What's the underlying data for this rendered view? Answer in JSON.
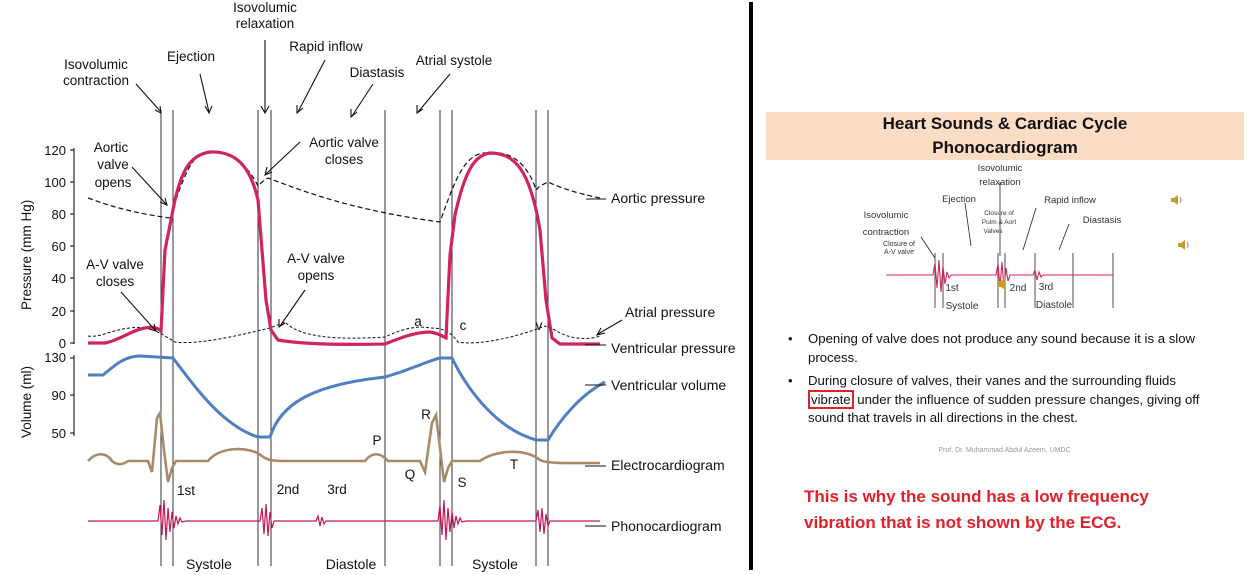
{
  "left_diagram": {
    "phases": {
      "isovolumic_contraction_1": "Isovolumic",
      "isovolumic_contraction_2": "contraction",
      "ejection": "Ejection",
      "isovolumic_relaxation_1": "Isovolumic",
      "isovolumic_relaxation_2": "relaxation",
      "rapid_inflow": "Rapid inflow",
      "diastasis": "Diastasis",
      "atrial_systole": "Atrial systole"
    },
    "y_axis_pressure_label": "Pressure (mm Hg)",
    "y_axis_volume_label": "Volume (ml)",
    "pressure_ticks": [
      "120",
      "100",
      "80",
      "60",
      "40",
      "20",
      "0"
    ],
    "volume_ticks": [
      "130",
      "90",
      "50"
    ],
    "annotations": {
      "aortic_opens_1": "Aortic",
      "aortic_opens_2": "valve",
      "aortic_opens_3": "opens",
      "aortic_closes_1": "Aortic valve",
      "aortic_closes_2": "closes",
      "av_closes_1": "A-V valve",
      "av_closes_2": "closes",
      "av_opens_1": "A-V valve",
      "av_opens_2": "opens",
      "wave_a": "a",
      "wave_c": "c",
      "wave_v": "v",
      "ecg_p": "P",
      "ecg_q": "Q",
      "ecg_r": "R",
      "ecg_s": "S",
      "ecg_t": "T",
      "sound_1st": "1st",
      "sound_2nd": "2nd",
      "sound_3rd": "3rd"
    },
    "curve_labels": {
      "aortic_pressure": "Aortic pressure",
      "atrial_pressure": "Atrial pressure",
      "ventricular_pressure": "Ventricular pressure",
      "ventricular_volume": "Ventricular volume",
      "electrocardiogram": "Electrocardiogram",
      "phonocardiogram": "Phonocardiogram"
    },
    "bottom_labels": {
      "systole_1": "Systole",
      "diastole": "Diastole",
      "systole_2": "Systole"
    },
    "colors": {
      "ventricular_pressure": "#d0245e",
      "volume": "#4f7fc0",
      "ecg": "#a88a6a",
      "phono": "#c2185b"
    }
  },
  "right_panel": {
    "title_line1": "Heart Sounds & Cardiac Cycle",
    "title_line2": "Phonocardiogram",
    "mini": {
      "isovolumic_1": "Isovolumic",
      "isovolumic_2": "relaxation",
      "ejection": "Ejection",
      "rapid_inflow": "Rapid inflow",
      "diastasis": "Diastasis",
      "iso_contr_1": "Isovolumic",
      "iso_contr_2": "contraction",
      "closure_av_1": "Closure of",
      "closure_av_2": "A-V valve",
      "closure_semi_1": "Closure of",
      "closure_semi_2": "Pulm & Aort",
      "closure_semi_3": "Valves",
      "s1": "1st",
      "s2": "2nd",
      "s3": "3rd",
      "systole": "Systole",
      "diastole": "Diastole"
    },
    "speaker_icon": "speaker-icon",
    "bullet1": "Opening of valve does not produce any sound because it is a slow process.",
    "bullet2_before": "During closure of valves, their vanes and the surrounding fluids",
    "bullet2_highlight": "vibrate",
    "bullet2_after": "under the influence of sudden pressure changes, giving off sound that travels in all directions in the chest.",
    "credit": "Prof. Dr. Muhammad Abdul Azeem, UMDC",
    "note_line1": "This is why the sound has a low frequency",
    "note_line2": "vibration that is not shown by the ECG.",
    "note_color": "#e0202a"
  }
}
